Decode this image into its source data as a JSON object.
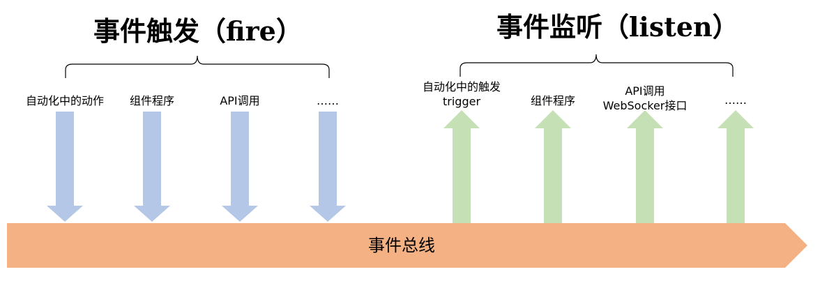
{
  "titles": {
    "fire": "事件触发（fire）",
    "listen": "事件监听（listen）"
  },
  "fire_items": [
    {
      "lines": [
        "自动化中的动作"
      ]
    },
    {
      "lines": [
        "组件程序"
      ]
    },
    {
      "lines": [
        "API调用"
      ]
    },
    {
      "lines": [
        "……"
      ]
    }
  ],
  "listen_items": [
    {
      "lines": [
        "自动化中的触发",
        "trigger"
      ]
    },
    {
      "lines": [
        "组件程序"
      ]
    },
    {
      "lines": [
        "API调用",
        "WebSocker接口"
      ]
    },
    {
      "lines": [
        "……"
      ]
    }
  ],
  "bus": {
    "label": "事件总线"
  },
  "colors": {
    "fire_arrow": "#b4c7e7",
    "listen_arrow": "#c5e0b4",
    "bus": "#f4b183"
  }
}
